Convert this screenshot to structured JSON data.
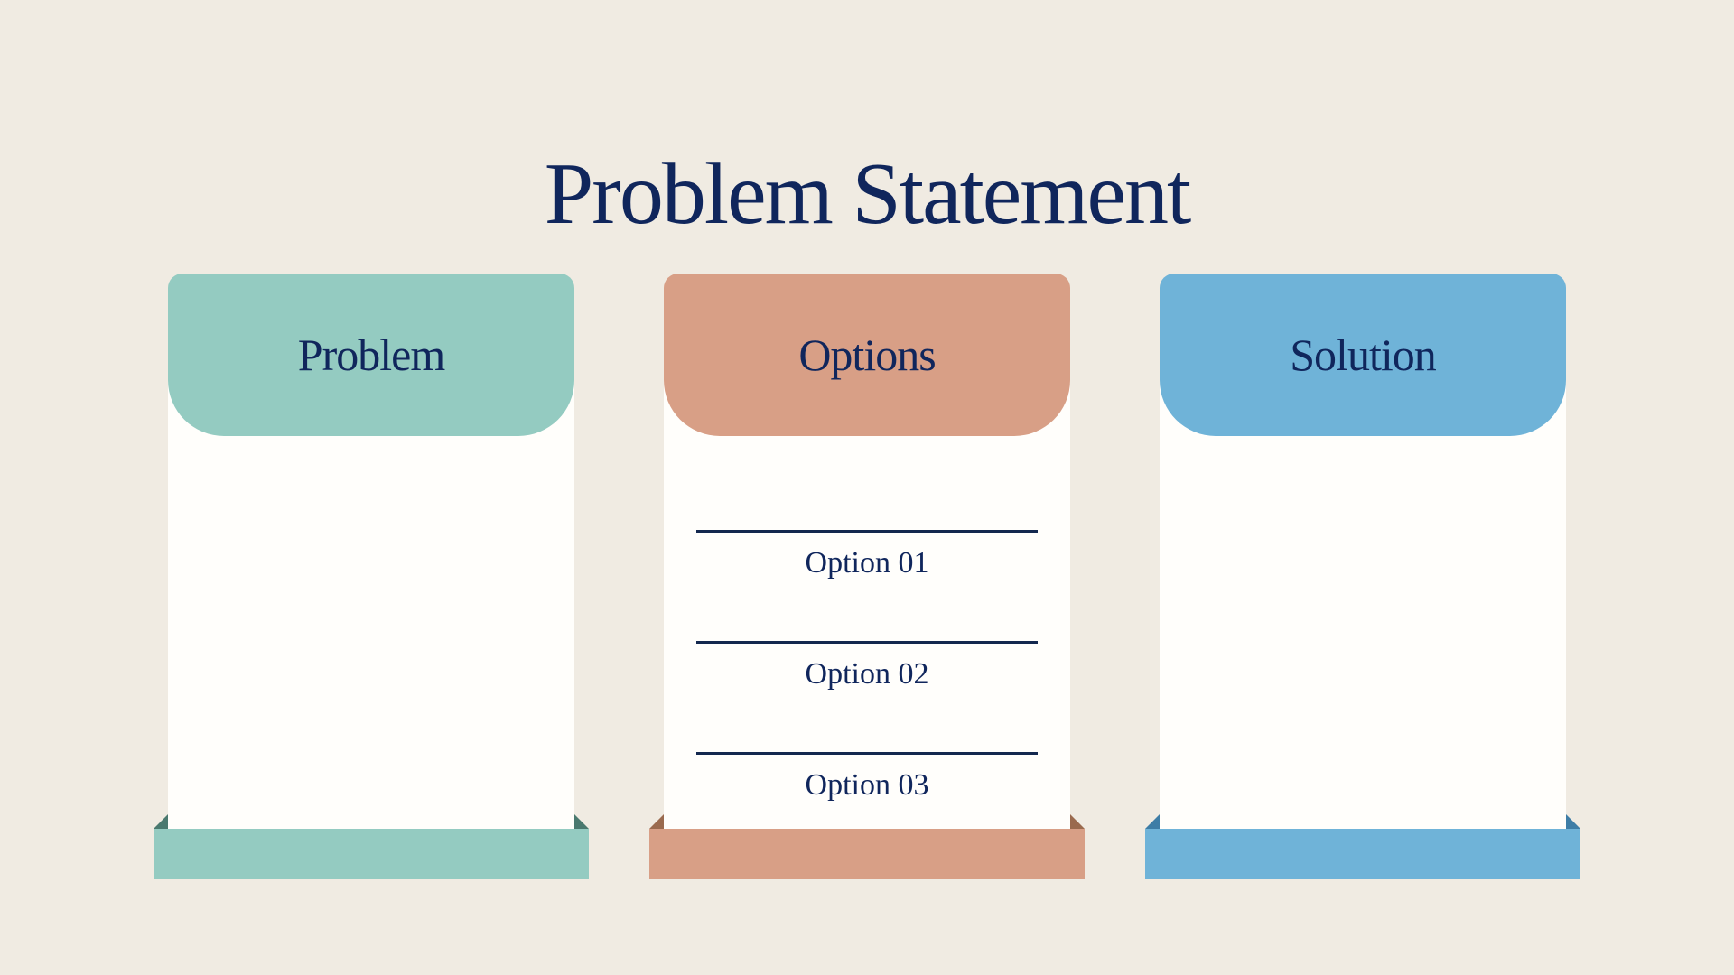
{
  "slide": {
    "title": "Problem Statement",
    "background_color": "#f0ebe2",
    "text_color": "#10265c",
    "divider_color": "#13284e",
    "paper_color": "#fffefb"
  },
  "cards": [
    {
      "id": "problem",
      "label": "Problem",
      "accent_color": "#94cbc1",
      "fold_color": "#4a796f",
      "items": []
    },
    {
      "id": "options",
      "label": "Options",
      "accent_color": "#d89f86",
      "fold_color": "#9a6a4e",
      "items": [
        "Option 01",
        "Option 02",
        "Option 03"
      ]
    },
    {
      "id": "solution",
      "label": "Solution",
      "accent_color": "#6fb3d8",
      "fold_color": "#3e7da6",
      "items": []
    }
  ]
}
